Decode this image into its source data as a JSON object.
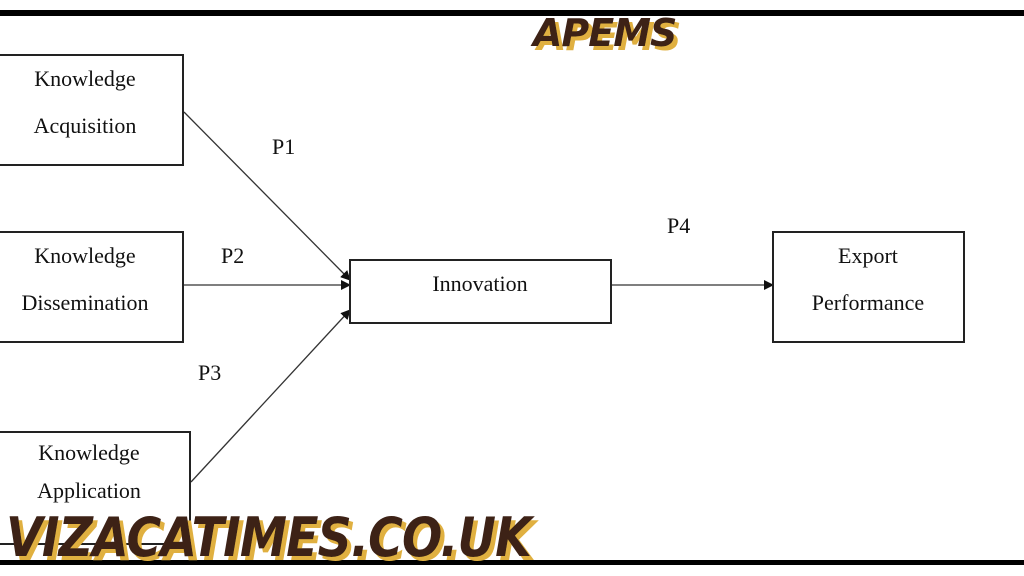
{
  "watermark_top": "APEMS",
  "watermark_bottom": "VIZACATIMES.CO.UK",
  "colors": {
    "watermark_fill": "#3d2218",
    "watermark_shadow": "#e0b040",
    "line": "#000000"
  },
  "nodes": {
    "acquisition": [
      "Knowledge",
      "Acquisition"
    ],
    "dissemination": [
      "Knowledge",
      "Dissemination"
    ],
    "application": [
      "Knowledge",
      "Application"
    ],
    "innovation": "Innovation",
    "export": [
      "Export",
      "Performance"
    ]
  },
  "edges": {
    "p1": "P1",
    "p2": "P2",
    "p3": "P3",
    "p4": "P4"
  }
}
